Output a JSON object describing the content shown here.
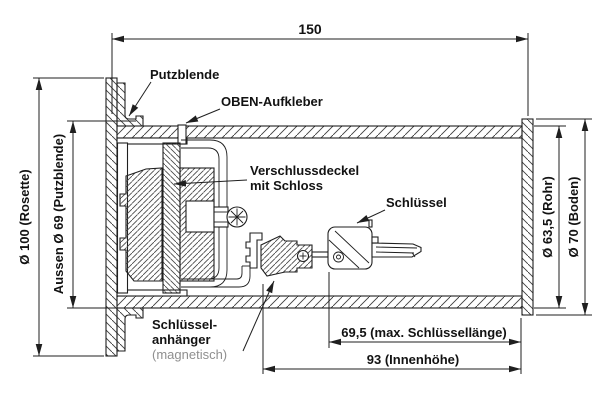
{
  "drawing": {
    "title_hint": "Schluesselrohr Schnittzeichnung",
    "dims": {
      "d150": "150",
      "rosette": "Ø 100 (Rosette)",
      "aussen": "Aussen Ø 69 (Putzblende)",
      "rohr": "Ø 63,5 (Rohr)",
      "boden": "Ø 70 (Boden)",
      "laenge": "69,5 (max. Schlüssellänge)",
      "innen": "93 (Innenhöhe)"
    },
    "labels": {
      "putzblende": "Putzblende",
      "oben": "OBEN-Aufkleber",
      "verschluss1": "Verschlussdeckel",
      "verschluss2": "mit Schloss",
      "schluessel": "Schlüssel",
      "anh1": "Schlüssel-",
      "anh2": "anhänger",
      "anh3": "(magnetisch)"
    },
    "colors": {
      "line": "#1f1f1f",
      "muted_label": "#8f8f8f",
      "background": "#ffffff"
    }
  }
}
